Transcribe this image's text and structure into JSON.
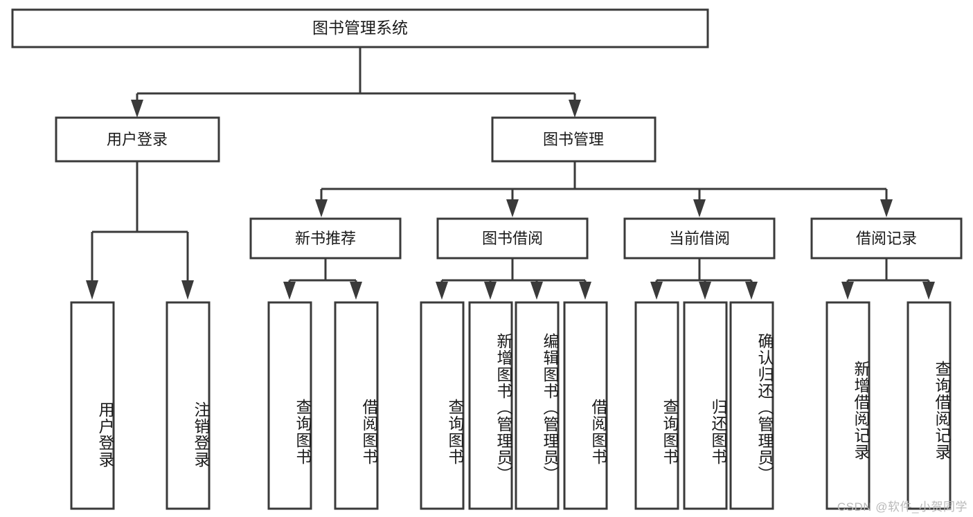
{
  "diagram": {
    "title": "图书管理系统",
    "type": "hierarchy-tree",
    "orientation": "top-down",
    "levels": 4,
    "root": {
      "id": "root",
      "label": "图书管理系统"
    },
    "level2": [
      {
        "id": "user-login",
        "label": "用户登录"
      },
      {
        "id": "book-management",
        "label": "图书管理"
      }
    ],
    "level3": [
      {
        "id": "new-book-recommend",
        "label": "新书推荐",
        "parent": "book-management"
      },
      {
        "id": "book-borrow",
        "label": "图书借阅",
        "parent": "book-management"
      },
      {
        "id": "current-borrow",
        "label": "当前借阅",
        "parent": "book-management"
      },
      {
        "id": "borrow-record",
        "label": "借阅记录",
        "parent": "book-management"
      }
    ],
    "leaves": [
      {
        "id": "leaf-user-login",
        "label": "用户登录",
        "parent": "user-login"
      },
      {
        "id": "leaf-logout-login",
        "label": "注销登录",
        "parent": "user-login"
      },
      {
        "id": "leaf-query-book-1",
        "label": "查询图书",
        "parent": "new-book-recommend"
      },
      {
        "id": "leaf-borrow-book-1",
        "label": "借阅图书",
        "parent": "new-book-recommend"
      },
      {
        "id": "leaf-query-book-2",
        "label": "查询图书",
        "parent": "book-borrow"
      },
      {
        "id": "leaf-add-book",
        "label": "新增图书（管理员）",
        "parent": "book-borrow"
      },
      {
        "id": "leaf-edit-book",
        "label": "编辑图书（管理员）",
        "parent": "book-borrow"
      },
      {
        "id": "leaf-borrow-book-2",
        "label": "借阅图书",
        "parent": "book-borrow"
      },
      {
        "id": "leaf-query-book-3",
        "label": "查询图书",
        "parent": "current-borrow"
      },
      {
        "id": "leaf-return-book",
        "label": "归还图书",
        "parent": "current-borrow"
      },
      {
        "id": "leaf-confirm-return",
        "label": "确认归还（管理员）",
        "parent": "current-borrow"
      },
      {
        "id": "leaf-add-record",
        "label": "新增借阅记录",
        "parent": "borrow-record"
      },
      {
        "id": "leaf-query-record",
        "label": "查询借阅记录",
        "parent": "borrow-record"
      }
    ]
  },
  "watermark": {
    "text": "CSDN @软件_小贺同学"
  },
  "colors": {
    "stroke": "#3a3a3a",
    "fill": "#ffffff",
    "text": "#1a1a1a",
    "watermark": "#b9b9b9"
  }
}
